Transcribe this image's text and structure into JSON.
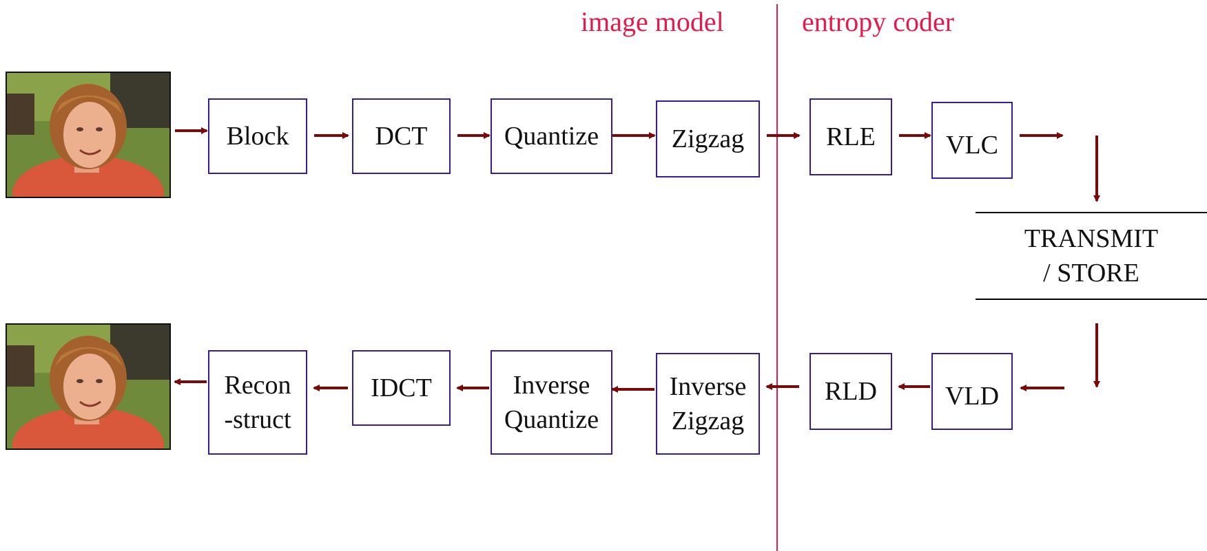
{
  "regions": {
    "left_label": "image model",
    "right_label": "entropy coder"
  },
  "encoder": {
    "block": "Block",
    "dct": "DCT",
    "quantize": "Quantize",
    "zigzag": "Zigzag",
    "rle": "RLE",
    "vlc": "VLC"
  },
  "channel": {
    "line1": "TRANSMIT",
    "line2": "/ STORE"
  },
  "decoder": {
    "reconstruct_line1": "Recon",
    "reconstruct_line2": "-struct",
    "idct": "IDCT",
    "inverse_quantize_line1": "Inverse",
    "inverse_quantize_line2": "Quantize",
    "inverse_zigzag_line1": "Inverse",
    "inverse_zigzag_line2": "Zigzag",
    "rld": "RLD",
    "vld": "VLD"
  },
  "colors": {
    "box_border": "#3a1a9c",
    "arrow": "#7a0a0a",
    "divider": "#e8194a",
    "region_label": "#e8194a"
  },
  "images": {
    "input_photo": "portrait-photo",
    "output_photo": "portrait-photo"
  }
}
